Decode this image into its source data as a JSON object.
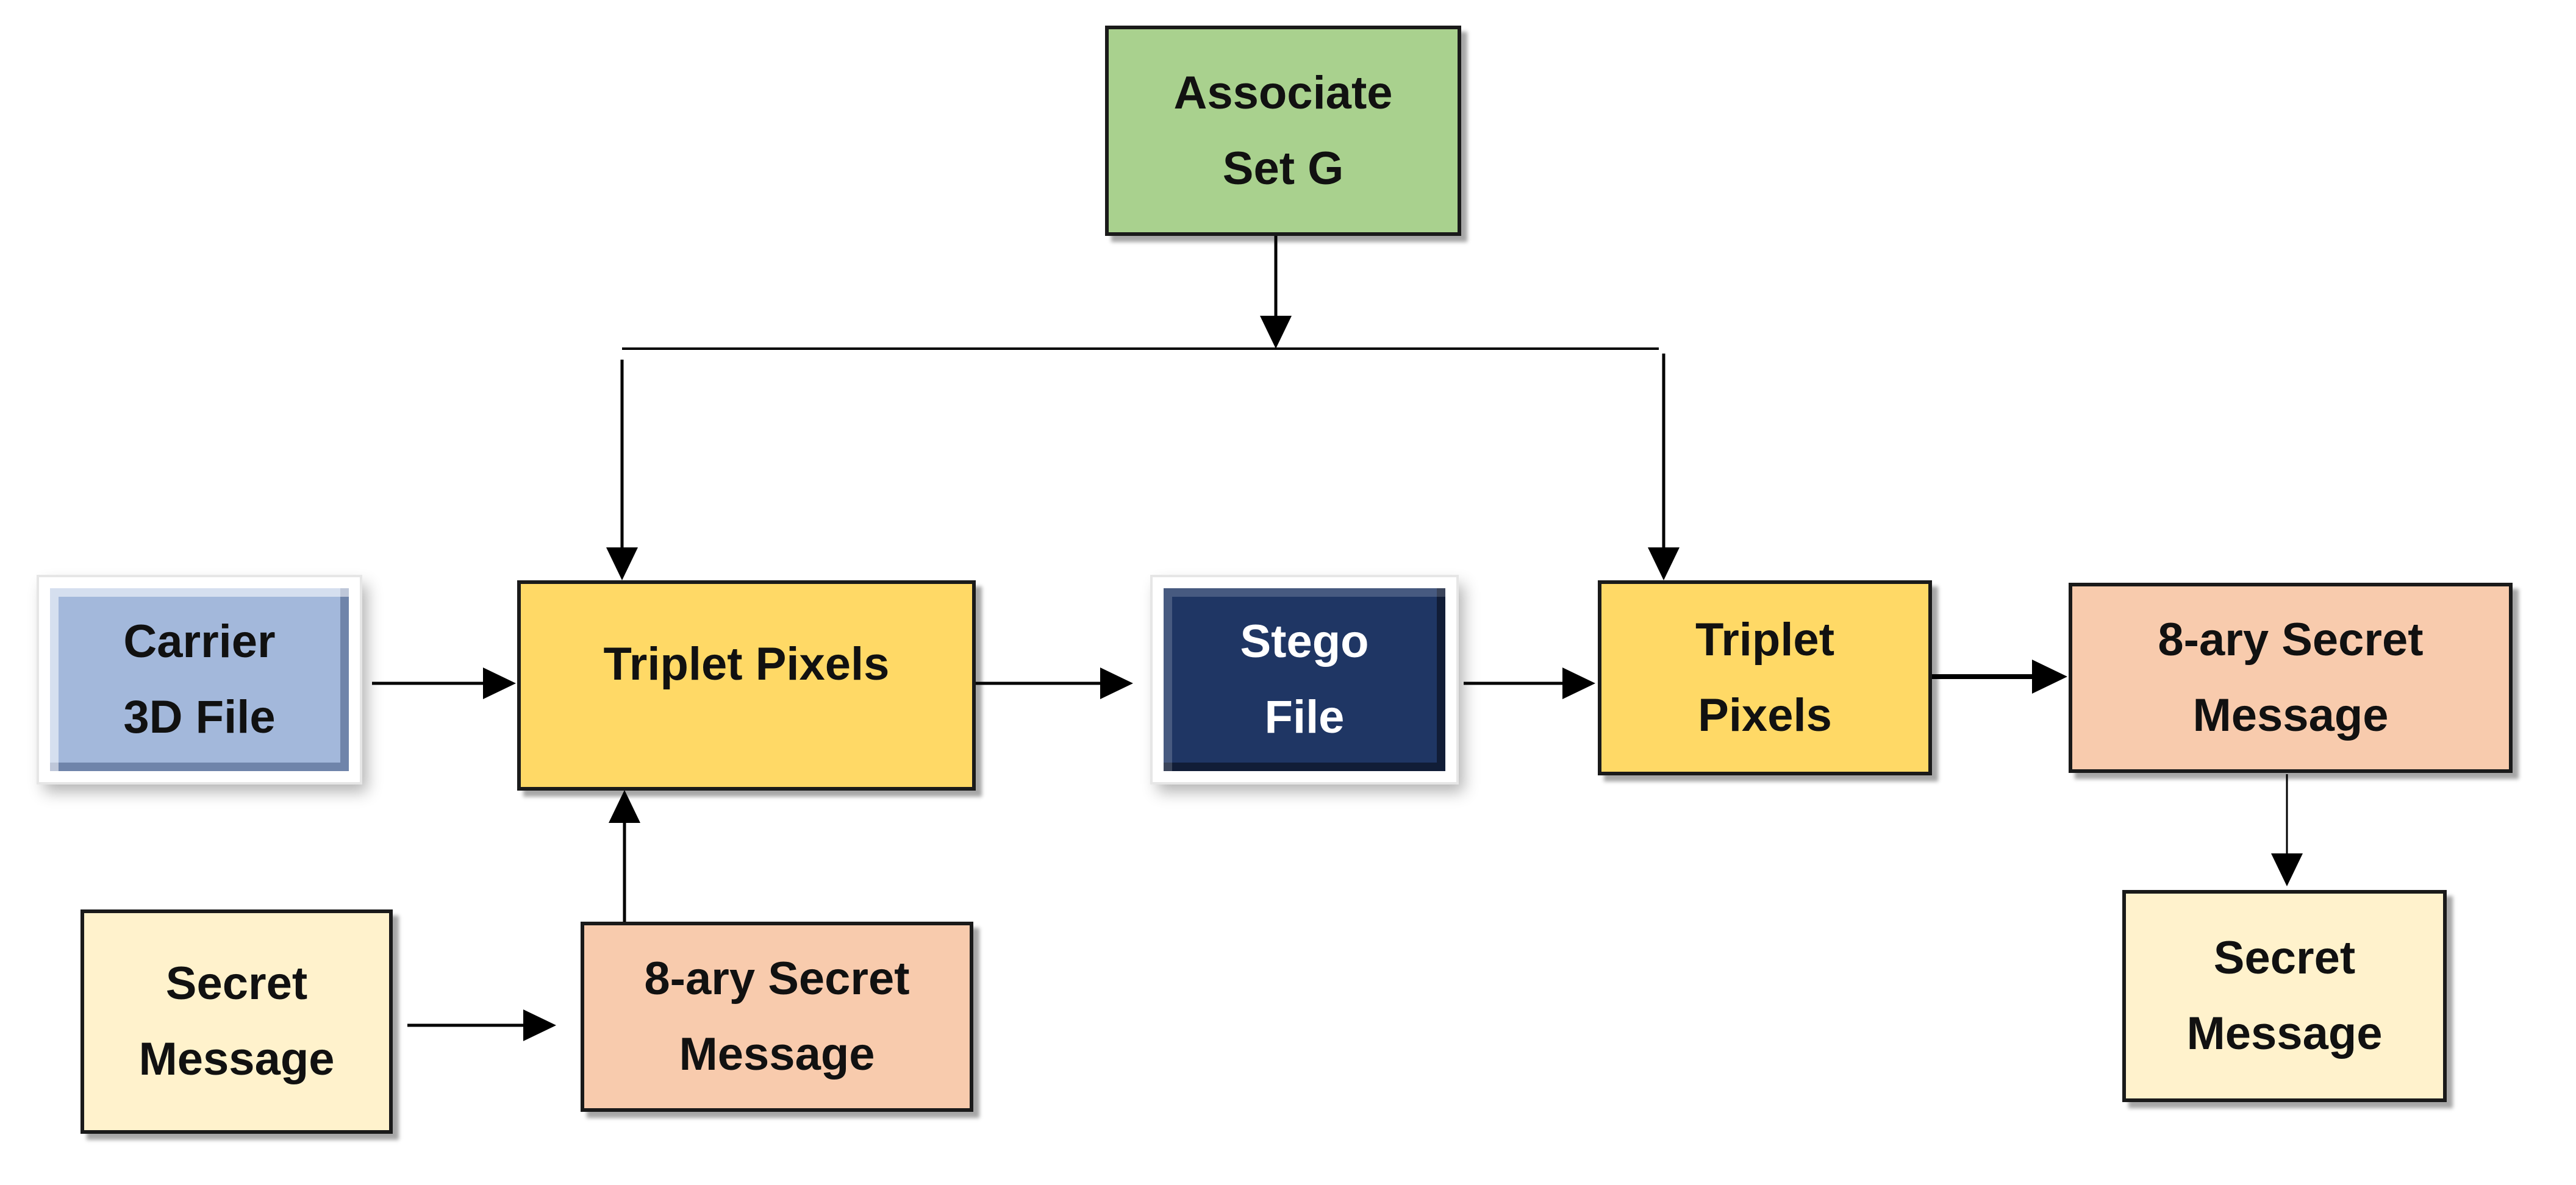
{
  "nodes": {
    "associate_set_g": {
      "lines": [
        "Associate",
        "Set G"
      ],
      "color": "#a9d18e"
    },
    "carrier_3d_file": {
      "lines": [
        "Carrier",
        "3D File"
      ],
      "color": "#a3b8db"
    },
    "triplet_pixels_embed": {
      "lines": [
        "Triplet Pixels"
      ],
      "color": "#ffd966"
    },
    "stego_file": {
      "lines": [
        "Stego",
        "File"
      ],
      "color": "#1f3664"
    },
    "triplet_pixels_extract": {
      "lines": [
        "Triplet",
        "Pixels"
      ],
      "color": "#ffd966"
    },
    "eight_ary_secret_extract": {
      "lines": [
        "8-ary Secret",
        "Message"
      ],
      "color": "#f8cbad"
    },
    "secret_message_input": {
      "lines": [
        "Secret",
        "Message"
      ],
      "color": "#fff2cc"
    },
    "eight_ary_secret_embed": {
      "lines": [
        "8-ary Secret",
        "Message"
      ],
      "color": "#f8cbad"
    },
    "secret_message_output": {
      "lines": [
        "Secret",
        "Message"
      ],
      "color": "#fff2cc"
    }
  },
  "edges": [
    {
      "from": "associate_set_g",
      "to": "triplet_pixels_embed"
    },
    {
      "from": "associate_set_g",
      "to": "triplet_pixels_extract"
    },
    {
      "from": "carrier_3d_file",
      "to": "triplet_pixels_embed"
    },
    {
      "from": "secret_message_input",
      "to": "eight_ary_secret_embed"
    },
    {
      "from": "eight_ary_secret_embed",
      "to": "triplet_pixels_embed"
    },
    {
      "from": "triplet_pixels_embed",
      "to": "stego_file"
    },
    {
      "from": "stego_file",
      "to": "triplet_pixels_extract"
    },
    {
      "from": "triplet_pixels_extract",
      "to": "eight_ary_secret_extract"
    },
    {
      "from": "eight_ary_secret_extract",
      "to": "secret_message_output"
    }
  ]
}
